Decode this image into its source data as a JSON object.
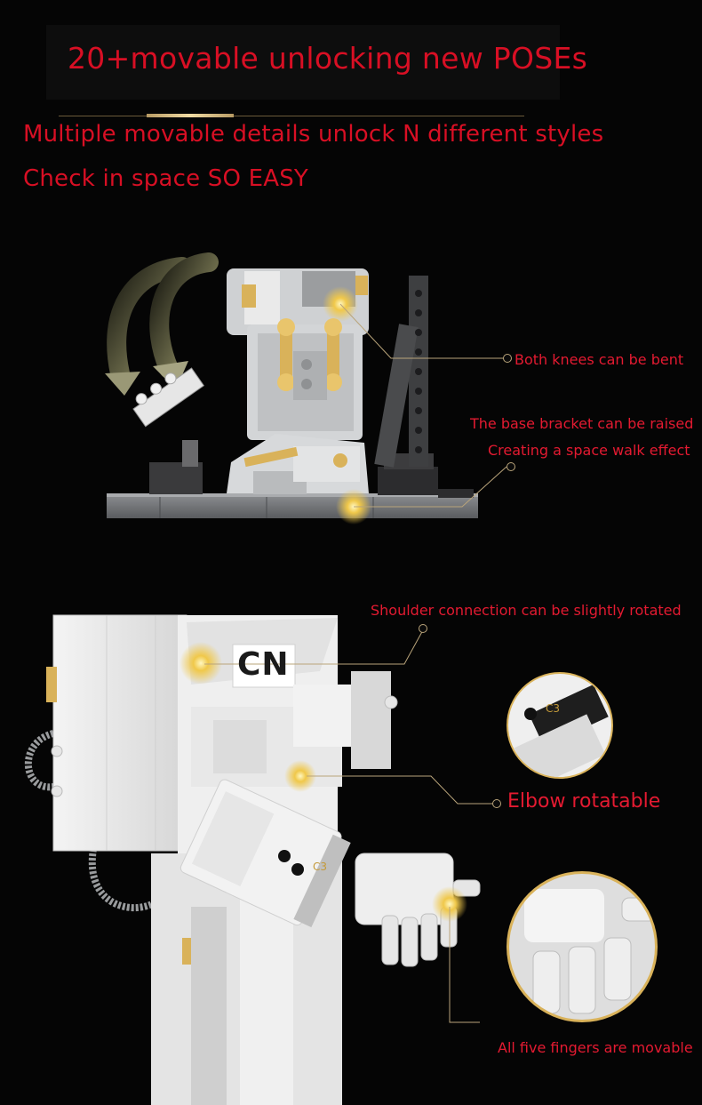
{
  "header": {
    "title": "20+movable unlocking new POSEs",
    "subtitle_line1": "Multiple movable details unlock N different styles",
    "subtitle_line2": "Check in space SO EASY"
  },
  "legs_section": {
    "callout_knees": "Both knees can be bent",
    "callout_base_1": "The base bracket can be raised",
    "callout_base_2": "Creating a space walk effect"
  },
  "arm_section": {
    "chest_badge": "CN",
    "part_code": "C3",
    "callout_shoulder": "Shoulder connection can be slightly rotated",
    "callout_elbow": "Elbow rotatable",
    "callout_fingers": "All five fingers are movable"
  },
  "colors": {
    "accent_red": "#e41a31",
    "gold": "#d9b25a",
    "brick_white": "#e8e8e8",
    "brick_grey": "#8a8c8f",
    "background": "#050505"
  }
}
